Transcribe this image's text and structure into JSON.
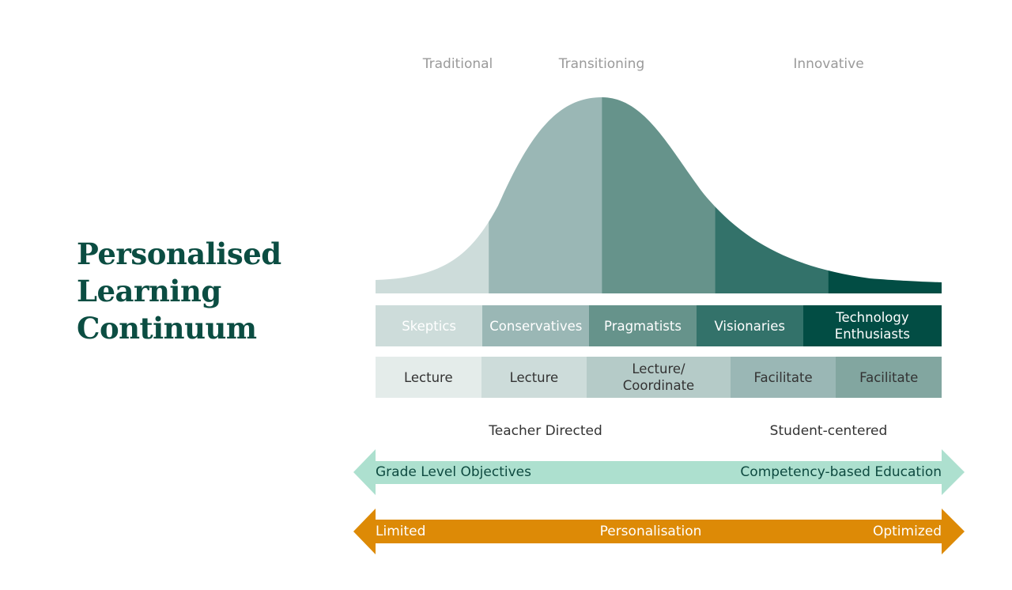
{
  "title": [
    "Personalised",
    "Learning",
    "Continuum"
  ],
  "phases": [
    "Traditional",
    "Transitioning",
    "Innovative"
  ],
  "segments": [
    {
      "label": "Skeptics",
      "color": "#cddcda"
    },
    {
      "label": "Conservatives",
      "color": "#9ab7b5"
    },
    {
      "label": "Pragmatists",
      "color": "#66938b"
    },
    {
      "label": "Visionaries",
      "color": "#33726a"
    },
    {
      "label": "Technology Enthusiasts",
      "color": "#024d44"
    }
  ],
  "methods": [
    {
      "label": "Lecture",
      "color": "#e4ecea"
    },
    {
      "label": "Lecture",
      "color": "#cddcda"
    },
    {
      "label": "Lecture/ Coordinate",
      "color": "#b5cbc8"
    },
    {
      "label": "Facilitate",
      "color": "#9ab7b5"
    },
    {
      "label": "Facilitate",
      "color": "#82a6a0"
    }
  ],
  "axis": {
    "left": "Teacher Directed",
    "right": "Student-centered"
  },
  "objectives_arrow": {
    "left": "Grade Level Objectives",
    "right": "Competency-based Education",
    "color": "#ade0cf",
    "text_color": "#0e4a40"
  },
  "personalisation_arrow": {
    "left": "Limited",
    "center": "Personalisation",
    "right": "Optimized",
    "color": "#dd8a06",
    "text_color": "#ffffff"
  }
}
